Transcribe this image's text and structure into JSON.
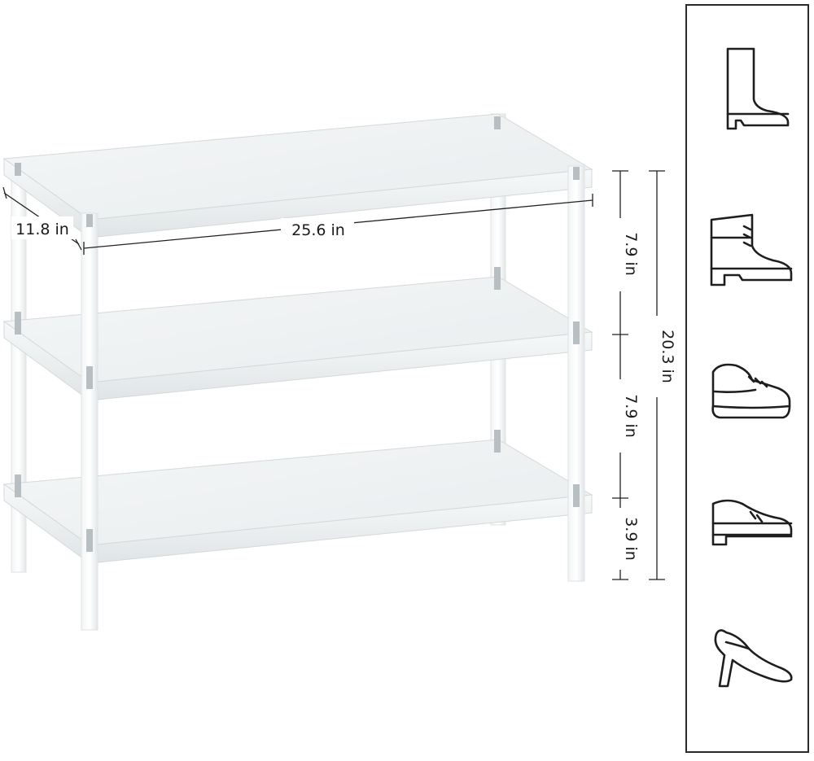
{
  "dimensions": {
    "depth": "11.8 in",
    "width": "25.6 in",
    "tier_gap_top": "7.9 in",
    "tier_gap_middle": "7.9 in",
    "leg_height": "3.9 in",
    "total_height": "20.3 in"
  },
  "icons": [
    "boot-icon",
    "ankle-boot-icon",
    "sneaker-icon",
    "oxford-shoe-icon",
    "high-heel-icon"
  ],
  "colors": {
    "line": "#222222",
    "acrylic": "#eef1f2",
    "acrylic_edge": "#d9dee0",
    "panel_border": "#2a2a2a"
  }
}
